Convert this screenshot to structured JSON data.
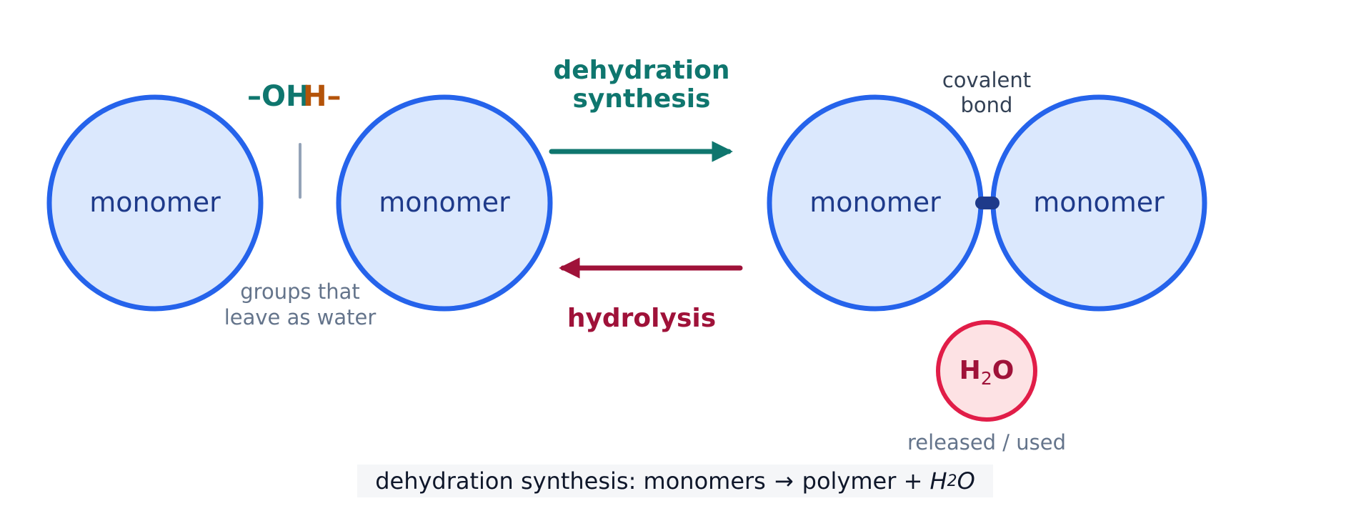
{
  "diagram": {
    "monomers": {
      "left_a": "monomer",
      "left_b": "monomer",
      "right_a": "monomer",
      "right_b": "monomer"
    },
    "leaving_groups": {
      "oh": "–OH",
      "h": "H–",
      "note_line1": "groups that",
      "note_line2": "leave as water"
    },
    "forward": {
      "label_line1": "dehydration",
      "label_line2": "synthesis"
    },
    "reverse": {
      "label": "hydrolysis"
    },
    "bond": {
      "label_line1": "covalent",
      "label_line2": "bond"
    },
    "water": {
      "h": "H",
      "sub": "2",
      "o": "O",
      "note": "released / used"
    },
    "equation": {
      "prefix": "dehydration synthesis: monomers",
      "arrow": "→",
      "product": "polymer + ",
      "water_h": "H",
      "water_sub": "2",
      "water_o": "O"
    },
    "colors": {
      "monomer_stroke": "#2563eb",
      "monomer_fill": "#dbe8fd",
      "monomer_text": "#1e3a8a",
      "forward": "#0f766e",
      "reverse": "#9f1239",
      "h_group": "#b45309",
      "bond": "#1e3a8a",
      "water_stroke": "#e11d48",
      "water_fill": "#fde2e4",
      "muted": "#64748b"
    }
  }
}
